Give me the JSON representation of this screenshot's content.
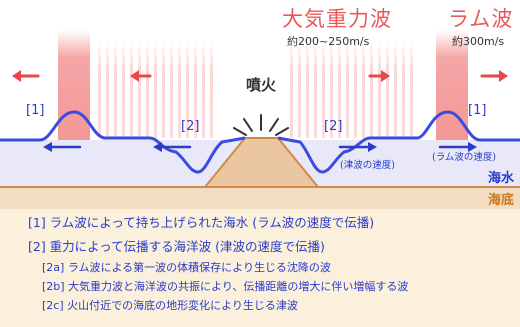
{
  "titles": {
    "acoustic_gravity_wave": "大気重力波",
    "agw_speed": "約200~250m/s",
    "lamb_wave": "ラム波",
    "lamb_speed": "約300m/s"
  },
  "eruption": "噴火",
  "wave_labels": {
    "lamb_left": "[1]",
    "lamb_right": "[1]",
    "ocean_left": "[2]",
    "ocean_right": "[2]"
  },
  "speed_labels": {
    "tsunami_speed": "(津波の速度)",
    "lamb_speed": "(ラム波の速度)"
  },
  "layers": {
    "sea_water": "海水",
    "sea_floor": "海底"
  },
  "legend": {
    "item1": "[1] ラム波によって持ち上げられた海水 (ラム波の速度で伝播)",
    "item2": "[2] 重力によって伝播する海洋波 (津波の速度で伝播)",
    "item2a": "[2a] ラム波による第一波の体積保存により生じる沈降の波",
    "item2b": "[2b] 大気重力波と海洋波の共振により、伝播距離の増大に伴い増幅する波",
    "item2c": "[2c] 火山付近での海底の地形変化により生じる津波"
  },
  "colors": {
    "air_wave": "#e95a5a",
    "sea_text": "#2a3cc8",
    "sea_line": "#3a4be0",
    "sea_fill": "#e8e8f8",
    "floor": "#f2dcc2",
    "floor_text": "#c9791e",
    "volcano": "#eac7a0",
    "volcano_edge": "#d08a48"
  },
  "icons": [
    "arrow-left-icon",
    "arrow-right-icon",
    "eruption-burst-icon"
  ]
}
